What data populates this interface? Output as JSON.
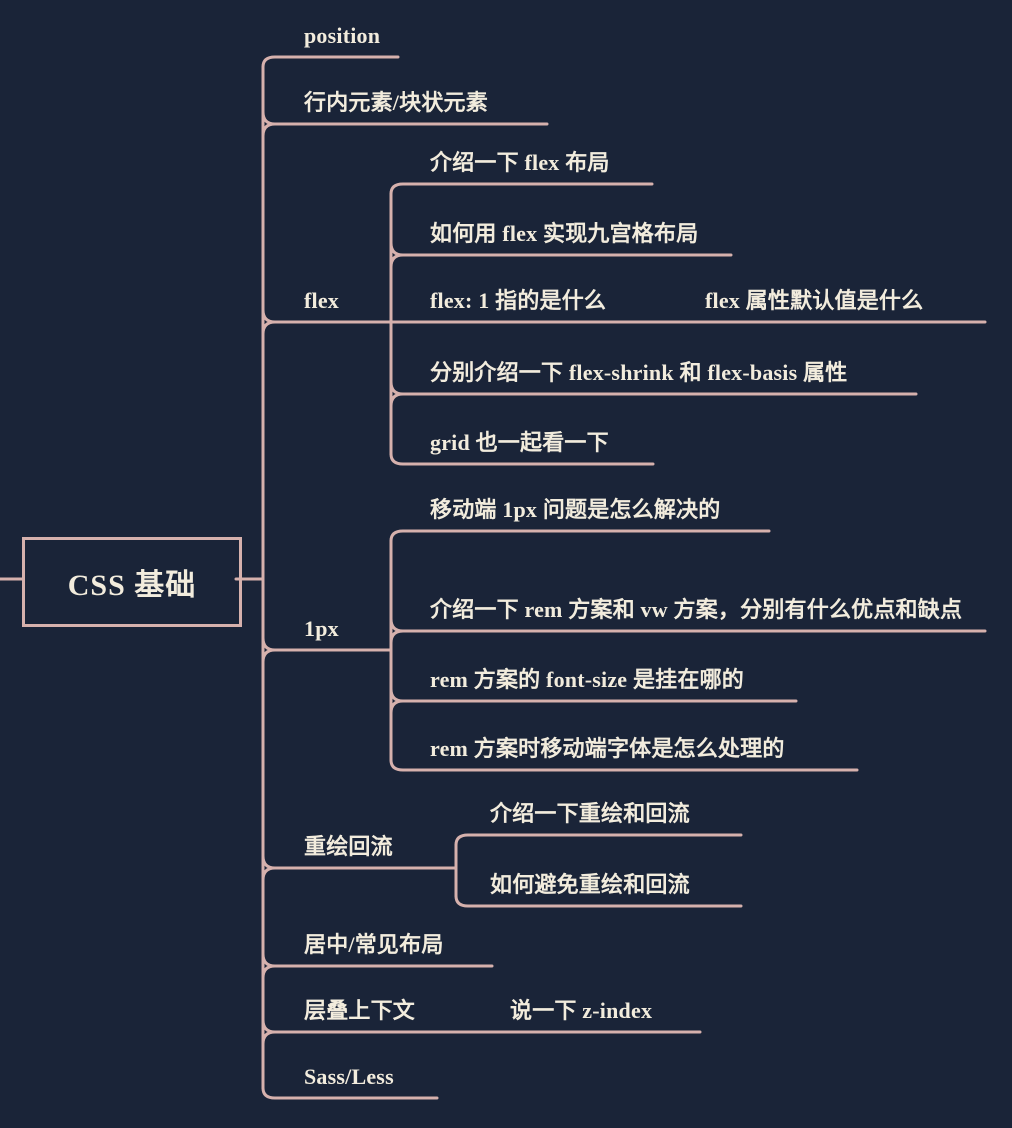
{
  "colors": {
    "background": "#1a2438",
    "connector_line": "#d6b1ad",
    "text": "#f2ecdd",
    "root_border": "#d6b1ad"
  },
  "mindmap": {
    "root": {
      "label": "CSS 基础"
    },
    "branches": [
      {
        "label": "position",
        "children": []
      },
      {
        "label": "行内元素/块状元素",
        "children": []
      },
      {
        "label": "flex",
        "children": [
          {
            "label": "介绍一下 flex 布局"
          },
          {
            "label": "如何用 flex 实现九宫格布局"
          },
          {
            "label": "flex: 1 指的是什么",
            "children": [
              {
                "label": "flex 属性默认值是什么"
              }
            ]
          },
          {
            "label": "分别介绍一下 flex-shrink 和 flex-basis 属性"
          },
          {
            "label": "grid 也一起看一下"
          }
        ]
      },
      {
        "label": "1px",
        "children": [
          {
            "label": "移动端 1px 问题是怎么解决的"
          },
          {
            "label": "介绍一下 rem 方案和 vw 方案，分别有什么优点和缺点"
          },
          {
            "label": "rem 方案的 font-size 是挂在哪的"
          },
          {
            "label": "rem 方案时移动端字体是怎么处理的"
          }
        ]
      },
      {
        "label": "重绘回流",
        "children": [
          {
            "label": "介绍一下重绘和回流"
          },
          {
            "label": "如何避免重绘和回流"
          }
        ]
      },
      {
        "label": "居中/常见布局",
        "children": []
      },
      {
        "label": "层叠上下文",
        "children": [
          {
            "label": "说一下 z-index"
          }
        ]
      },
      {
        "label": "Sass/Less",
        "children": []
      }
    ]
  }
}
